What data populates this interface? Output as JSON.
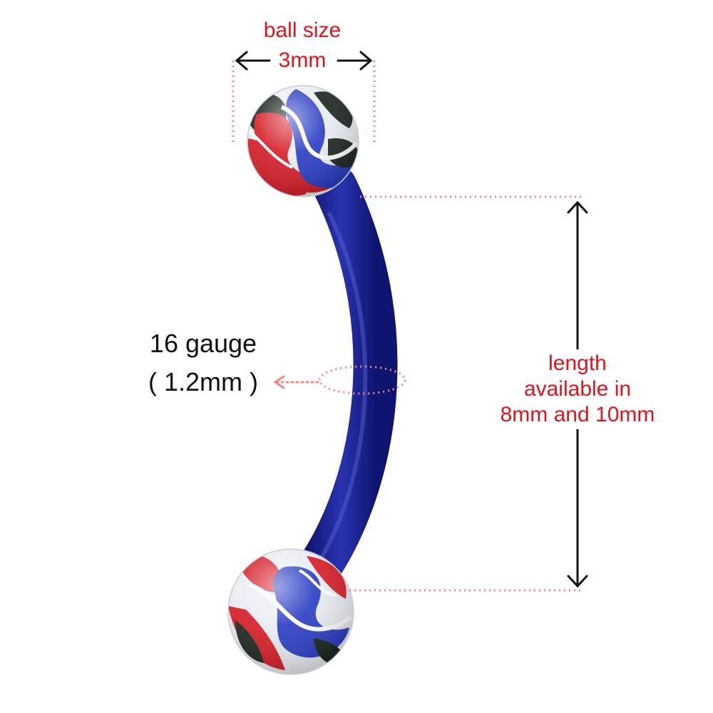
{
  "ball_size": {
    "title": "ball size",
    "value": "3mm"
  },
  "gauge": {
    "line1": "16 gauge",
    "line2": "( 1.2mm )"
  },
  "length": {
    "line1": "length",
    "line2": "available in",
    "line3": "8mm and 10mm"
  },
  "colors": {
    "annotation_red": "#e2141b",
    "dotted_guide": "#f08a8a",
    "bar_blue": "#1a1f8f",
    "ball_red": "#d6202a",
    "ball_blue": "#2d3fc4",
    "ball_dark": "#1e2a22",
    "text_black": "#111111"
  },
  "icons": [
    "double-arrow-horizontal",
    "double-arrow-vertical",
    "pointer-arrow-left"
  ]
}
